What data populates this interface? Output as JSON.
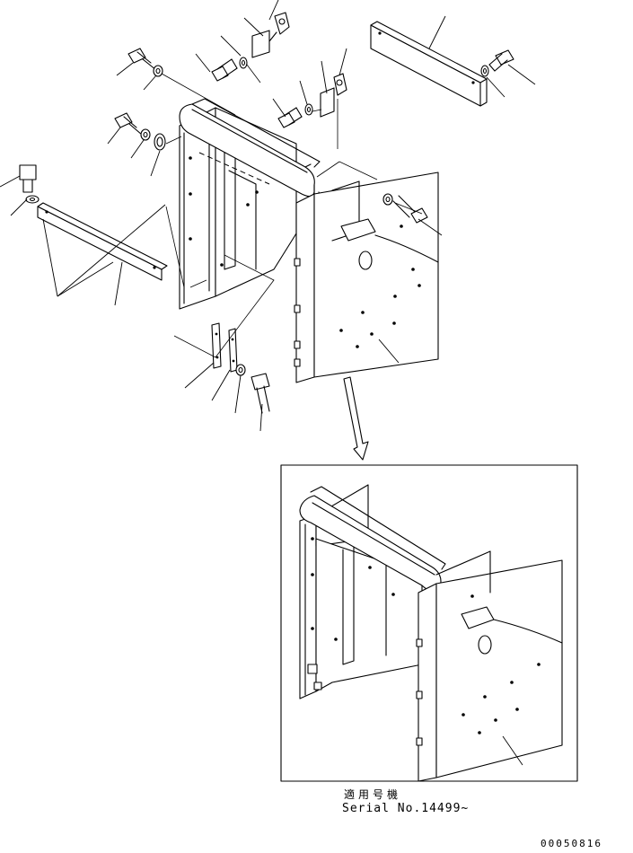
{
  "caption": {
    "applicable_machines": "適用号機",
    "serial": "Serial No.14499~"
  },
  "drawing_code": "00050816"
}
